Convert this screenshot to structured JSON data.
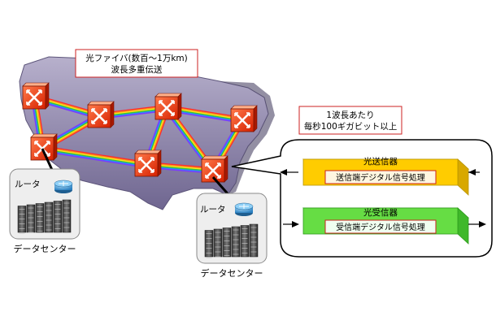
{
  "callouts": {
    "fiber_line1": "光ファイバ(数百〜1万km)",
    "fiber_line2": "波長多重伝送",
    "rate_line1": "1波長あたり",
    "rate_line2": "毎秒100ギガビット以上"
  },
  "transmitter": {
    "title": "光送信器",
    "inner": "送信端デジタル信号処理",
    "color": "#ffcc00"
  },
  "receiver": {
    "title": "光受信器",
    "inner": "受信端デジタル信号処理",
    "color": "#66dd44"
  },
  "datacenter_left": {
    "router_label": "ルータ",
    "caption": "データセンター"
  },
  "datacenter_right": {
    "router_label": "ルータ",
    "caption": "データセンター"
  },
  "colors": {
    "map_fill": "#8a80a8",
    "switch_fill": "#ff3b1f",
    "callout_border": "#cc2222"
  }
}
